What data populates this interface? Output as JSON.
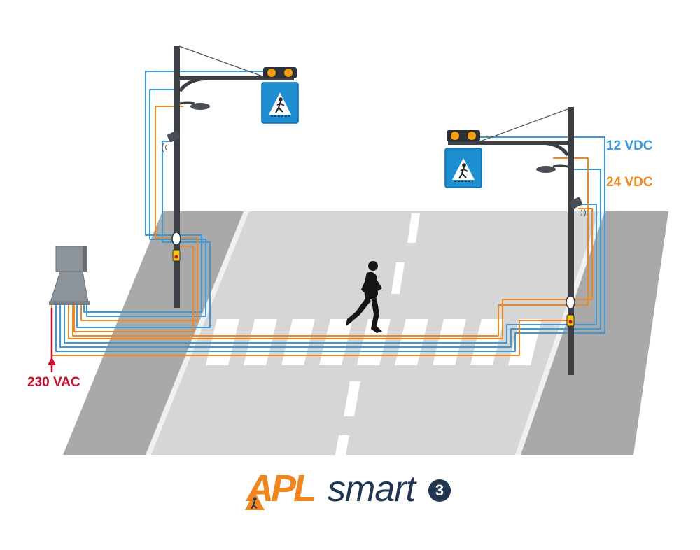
{
  "labels": {
    "dc12": "12 VDC",
    "dc24": "24 VDC",
    "ac230": "230 VAC"
  },
  "logo": {
    "brand": "APL",
    "product": "smart",
    "version": "3"
  },
  "colors": {
    "blue_cable": "#3d9ad8",
    "orange_cable": "#f0871e",
    "red_supply": "#c8102e",
    "road": "#d6d6d6",
    "sidewalk": "#a9a9a9",
    "pole": "#3c4044",
    "sign_blue": "#1e8fd0",
    "beacon": "#f39c12",
    "logo_orange": "#f0871e",
    "logo_navy": "#1f3550"
  },
  "icons": [
    "pedestrian-crossing-sign-icon",
    "amber-beacon-icon",
    "street-lamp-icon",
    "radar-sensor-icon",
    "push-button-icon",
    "control-cabinet-icon",
    "runner-silhouette-icon"
  ]
}
